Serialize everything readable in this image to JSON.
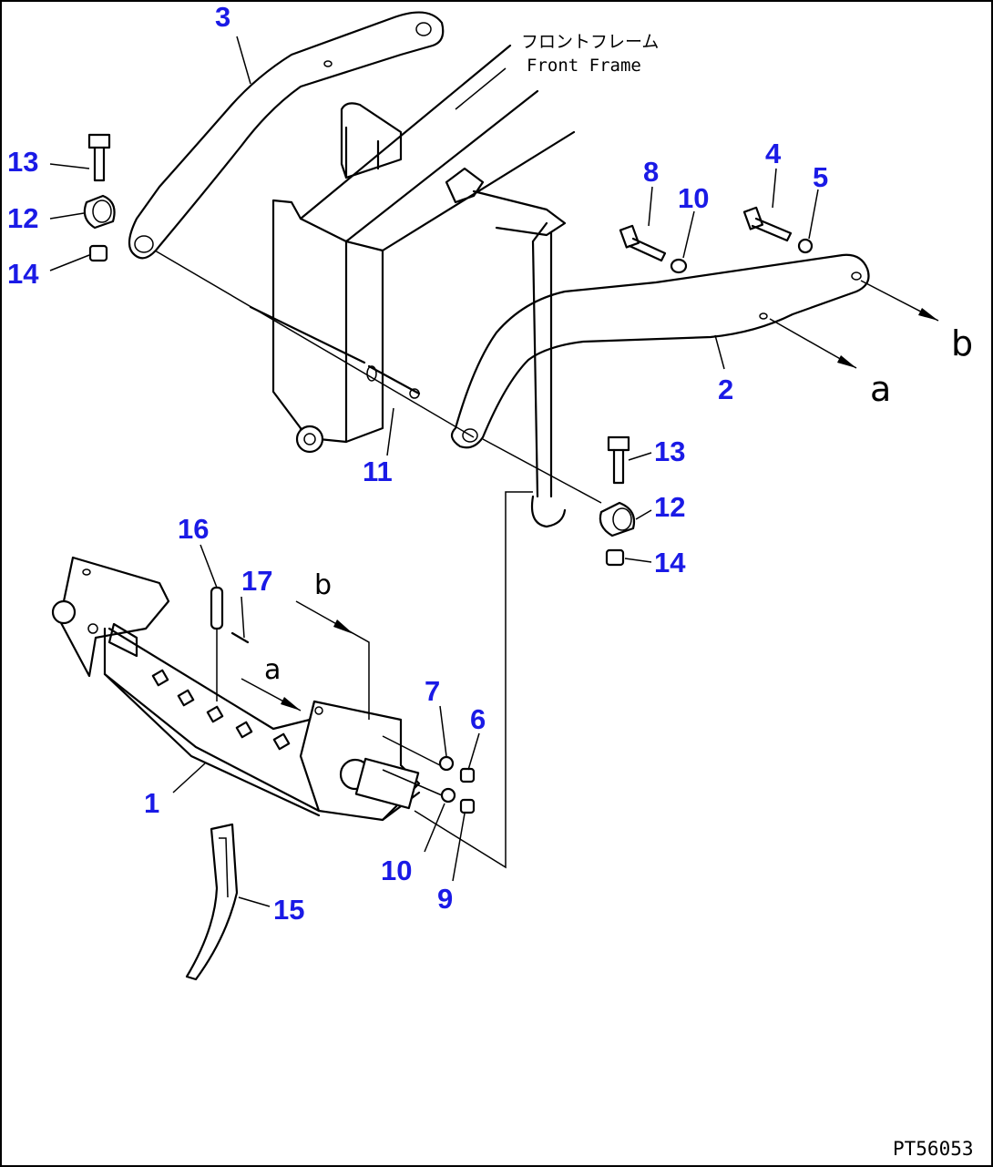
{
  "diagram": {
    "frame_label_jp": "フロントフレーム",
    "frame_label_en": "Front Frame",
    "figure_code": "PT56053",
    "ref_letters": {
      "a": "a",
      "b": "b"
    },
    "callouts": {
      "p1": "1",
      "p2": "2",
      "p3": "3",
      "p4": "4",
      "p5": "5",
      "p6": "6",
      "p7": "7",
      "p8": "8",
      "p9": "9",
      "p10a": "10",
      "p10b": "10",
      "p11": "11",
      "p12a": "12",
      "p12b": "12",
      "p13a": "13",
      "p13b": "13",
      "p14a": "14",
      "p14b": "14",
      "p15": "15",
      "p16": "16",
      "p17": "17"
    },
    "colors": {
      "callout": "#1a1ae6",
      "line": "#000000",
      "border": "#000000"
    }
  }
}
